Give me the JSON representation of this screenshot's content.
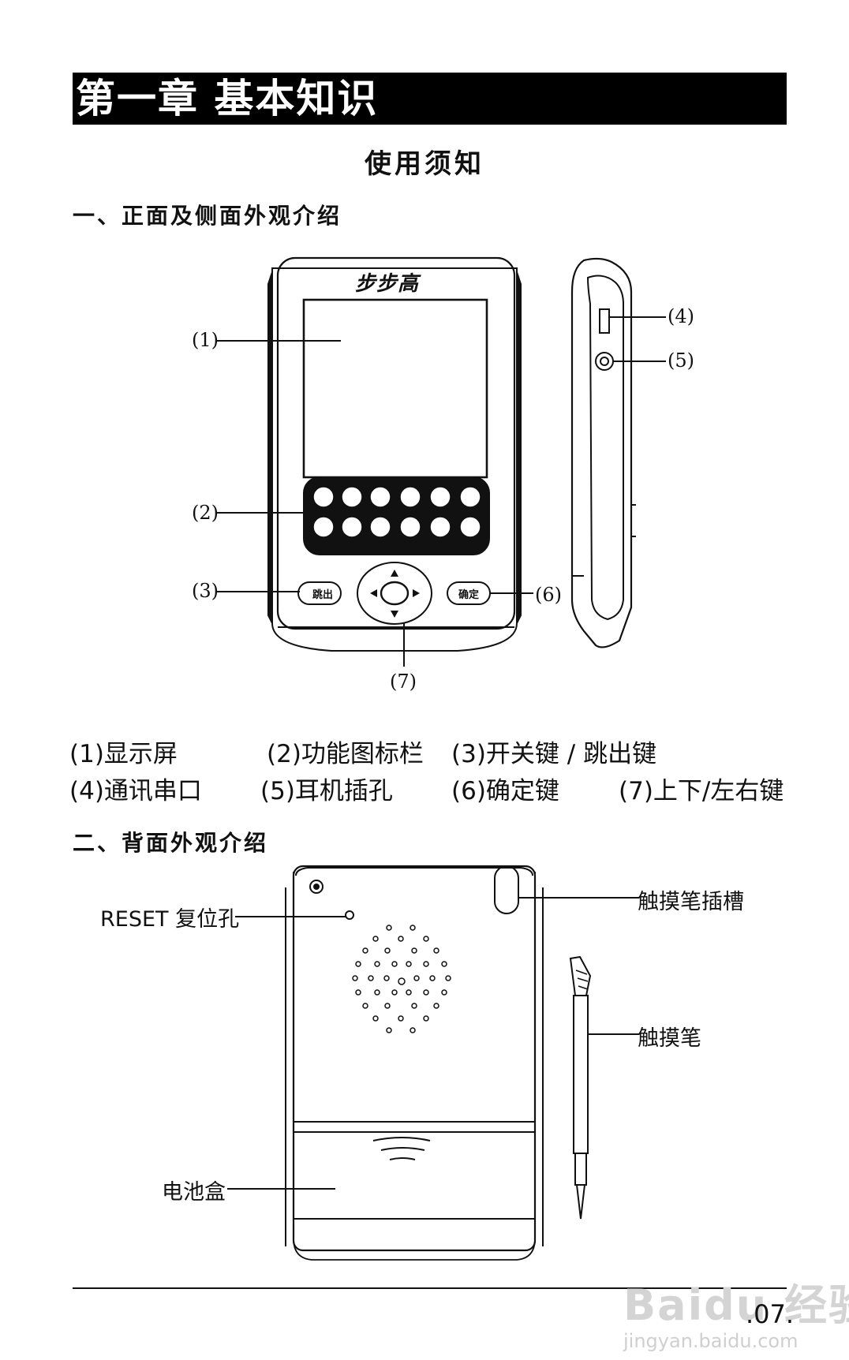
{
  "chapter_title": "第一章  基本知识",
  "section_heading": "使用须知",
  "front_side": {
    "heading": "一、正面及侧面外观介绍",
    "brand_logo": "步步高",
    "callouts": [
      "(1)",
      "(2)",
      "(3)",
      "(4)",
      "(5)",
      "(6)",
      "(7)"
    ],
    "key_labels": {
      "power_exit": "跳出",
      "confirm": "确定"
    }
  },
  "legend": {
    "row1": [
      "(1)显示屏",
      "(2)功能图标栏",
      "(3)开关键 / 跳出键"
    ],
    "row2": [
      "(4)通讯串口",
      "(5)耳机插孔",
      "(6)确定键",
      "(7)上下/左右键"
    ]
  },
  "back": {
    "heading": "二、背面外观介绍",
    "labels": {
      "reset": "RESET 复位孔",
      "stylus_slot": "触摸笔插槽",
      "stylus": "触摸笔",
      "battery": "电池盒"
    }
  },
  "footer": {
    "page_number": ".07.",
    "watermark": "Baidu 经验",
    "watermark_url": "jingyan.baidu.com"
  }
}
